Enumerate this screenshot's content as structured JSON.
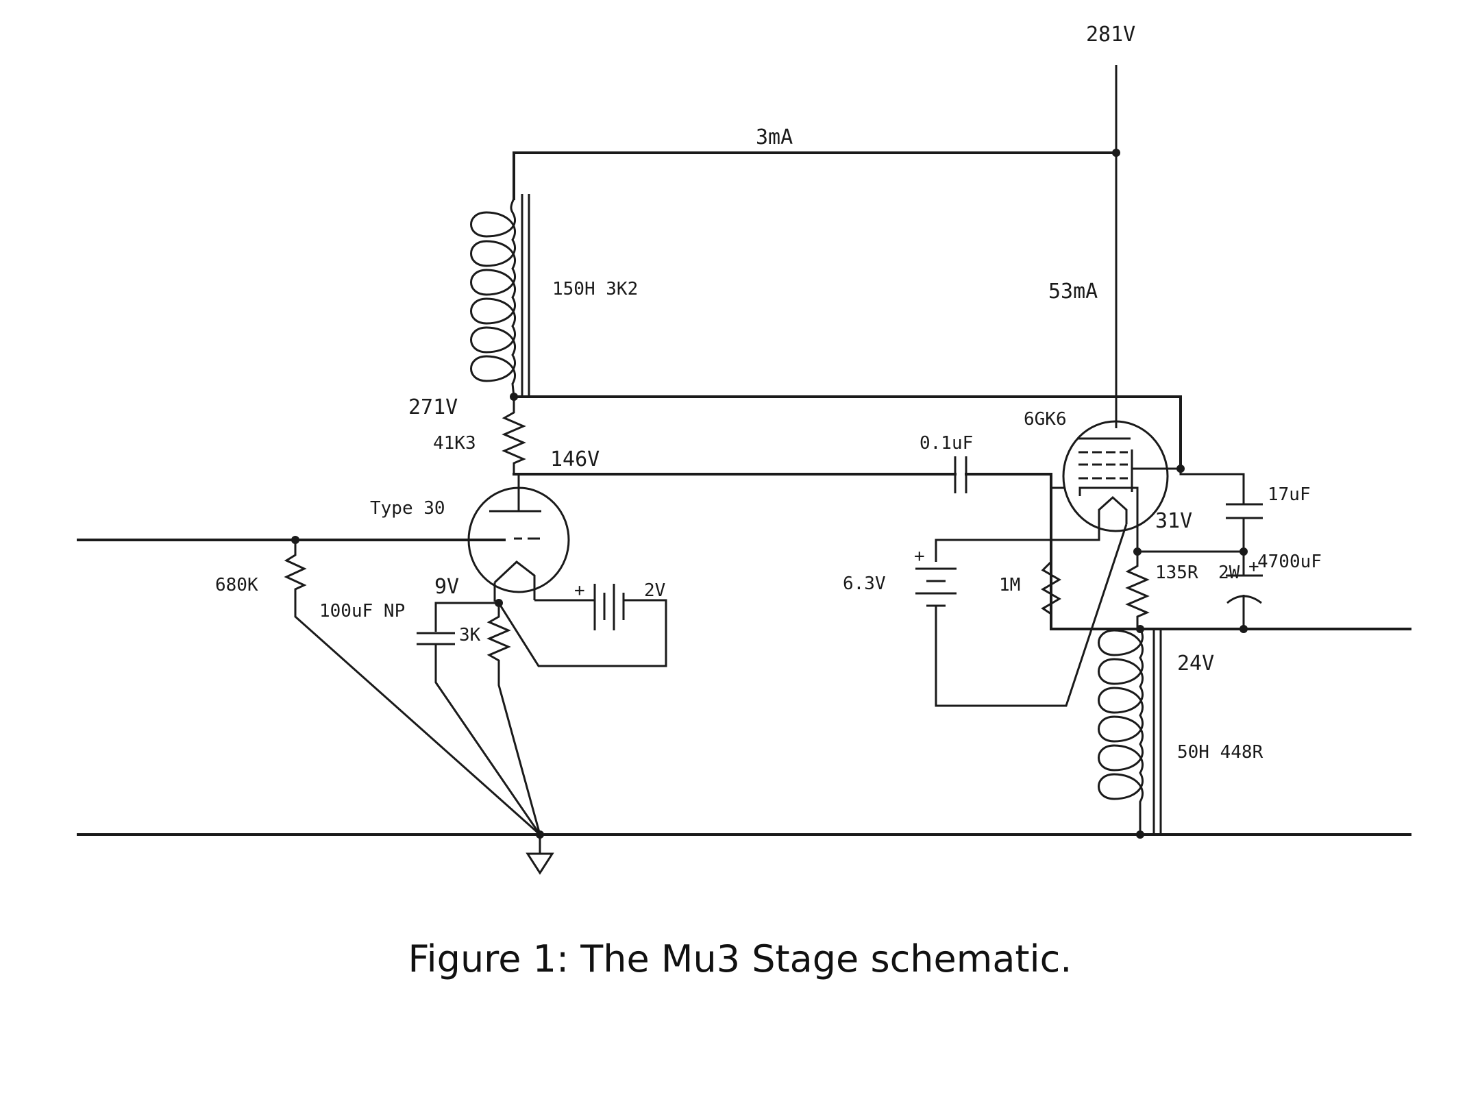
{
  "figure": {
    "caption": "Figure 1: The Mu3 Stage schematic.",
    "labels": {
      "supply_voltage": "281V",
      "top_current": "3mA",
      "output_current": "53mA",
      "choke_top": "150H 3K2",
      "node_271": "271V",
      "resistor_anode": "41K3",
      "node_146": "146V",
      "tube_input": "Type 30",
      "coupling_cap": "0.1uF",
      "tube_output": "6GK6",
      "cap_17": "17uF",
      "node_31": "31V",
      "cap_4700": "4700uF",
      "resistor_cathode_out": "135R",
      "resistor_power": "2W",
      "heater_batt": "6.3V",
      "grid_resistor_out": "1M",
      "grid_resistor_in": "680K",
      "cap_np": "100uF NP",
      "node_9": "9V",
      "resistor_cathode_in": "3K",
      "bias_batt": "2V",
      "node_24": "24V",
      "choke_bottom": "50H 448R",
      "plus": "+"
    }
  }
}
